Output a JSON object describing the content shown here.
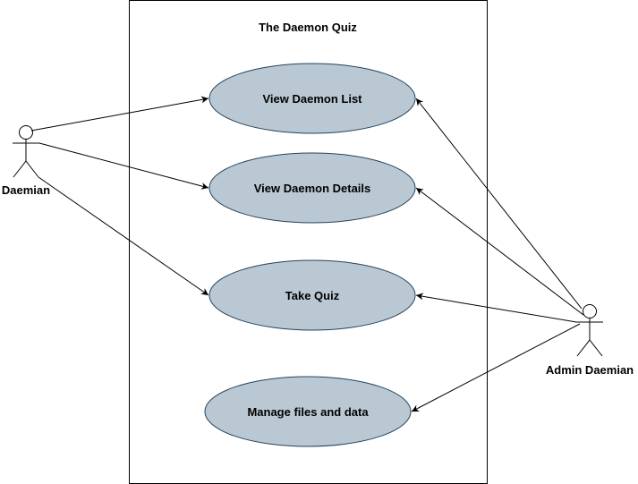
{
  "diagram": {
    "system_title": "The Daemon Quiz",
    "use_cases": {
      "view_list": "View Daemon List",
      "view_details": "View Daemon Details",
      "take_quiz": "Take Quiz",
      "manage_files": "Manage files and data"
    },
    "actors": {
      "user": "Daemian",
      "admin": "Admin Daemian"
    },
    "colors": {
      "use_case_fill": "#bac8d3",
      "line": "#000000",
      "background": "#ffffff"
    }
  }
}
